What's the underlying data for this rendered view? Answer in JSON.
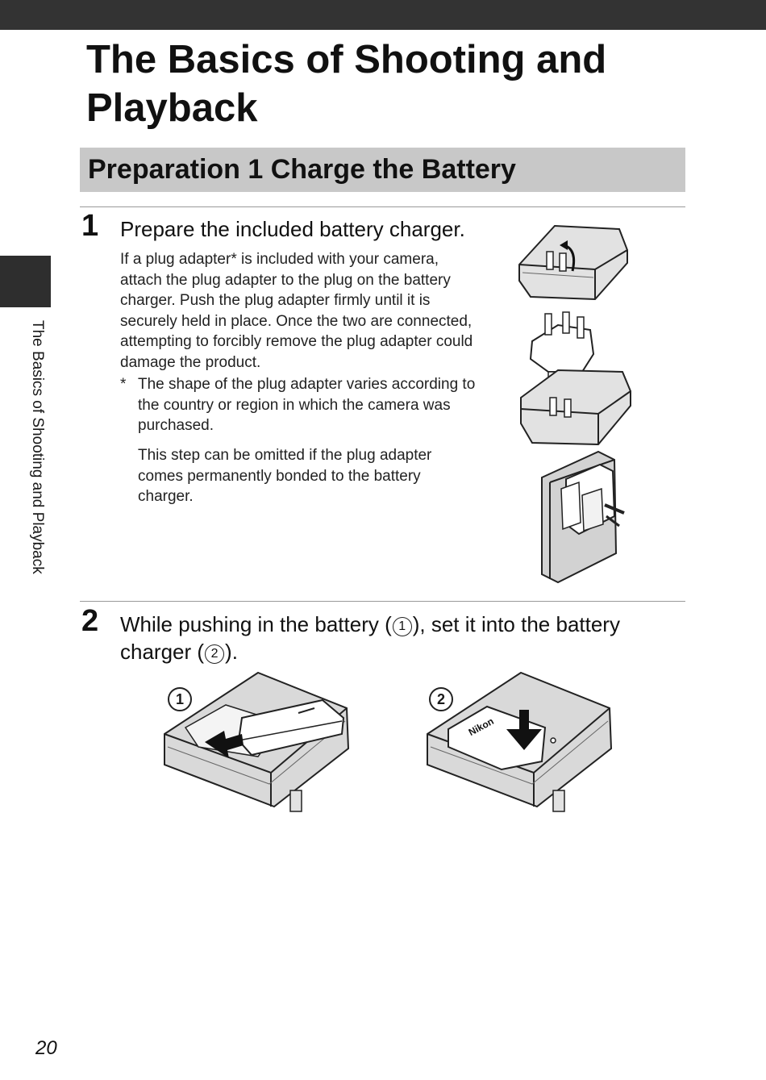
{
  "chapter": {
    "title": "The Basics of Shooting and Playback"
  },
  "side_tab": {
    "label": "The Basics of Shooting and Playback"
  },
  "section": {
    "title": "Preparation 1 Charge the Battery"
  },
  "step1": {
    "number": "1",
    "heading": "Prepare the included battery charger.",
    "body": "If a plug adapter* is included with your camera, attach the plug adapter to the plug on the battery charger. Push the plug adapter firmly until it is securely held in place. Once the two are connected, attempting to forcibly remove the plug adapter could damage the product.",
    "note_marker": "*",
    "note": "The shape of the plug adapter varies according to the country or region in which the camera was purchased.",
    "note2": "This step can be omitted if the plug adapter comes permanently bonded to the battery charger."
  },
  "step2": {
    "number": "2",
    "heading_part1": "While pushing in the battery (",
    "marker1": "1",
    "heading_part2": "), set it into the battery charger (",
    "marker2": "2",
    "heading_part3": ").",
    "illus_label1": "1",
    "illus_label2": "2",
    "battery_brand": "Nikon"
  },
  "page_number": "20"
}
